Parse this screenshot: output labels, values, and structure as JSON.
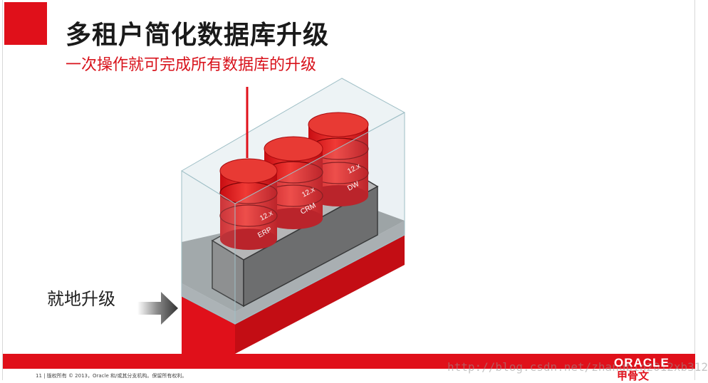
{
  "slide": {
    "title": "多租户简化数据库升级",
    "subtitle": "一次操作就可完成所有数据库的升级",
    "inplace_label": "就地升级",
    "footer_text": "11 | 版权所有 © 2013，Oracle 和/或其分支机构。保留所有权利。",
    "oracle_logo": "ORACLE",
    "oracle_cn": "甲骨文",
    "watermark": "http://blog.csdn.net/zhangbin2012xb312"
  },
  "databases": [
    {
      "name": "ERP",
      "version": "12.x"
    },
    {
      "name": "CRM",
      "version": "12.x"
    },
    {
      "name": "DW",
      "version": "12.x"
    }
  ],
  "colors": {
    "oracle_red": "#e0101a",
    "title_text": "#1a1a1a",
    "subtitle_text": "#d8121b",
    "container_glass": "#e6eef0",
    "block_gray": "#8a8a8a"
  }
}
